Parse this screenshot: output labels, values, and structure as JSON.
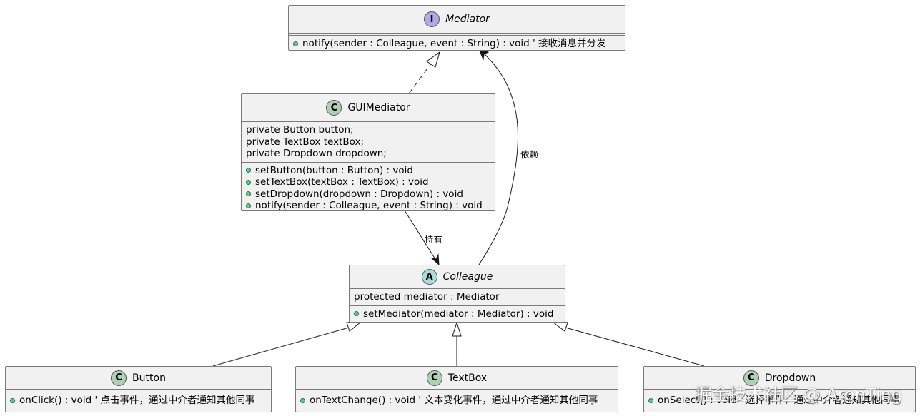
{
  "colors": {
    "class_fill": "#f1f1f1",
    "border": "#7a7a7a",
    "interface_badge": "#b4a7e5",
    "abstract_badge": "#a9dcdf",
    "class_badge": "#add1b2",
    "method_dot": "#84be84"
  },
  "classes": {
    "mediator": {
      "badge": "I",
      "name": "Mediator",
      "methods": [
        "notify(sender : Colleague, event : String) : void  ' 接收消息并分发"
      ]
    },
    "gui_mediator": {
      "badge": "C",
      "name": "GUIMediator",
      "fields": [
        "private Button button;",
        "private TextBox textBox;",
        "private Dropdown dropdown;"
      ],
      "methods": [
        "setButton(button : Button) : void",
        "setTextBox(textBox : TextBox) : void",
        "setDropdown(dropdown : Dropdown) : void",
        "notify(sender : Colleague, event : String) : void"
      ]
    },
    "colleague": {
      "badge": "A",
      "name": "Colleague",
      "fields": [
        "protected mediator : Mediator"
      ],
      "methods": [
        "setMediator(mediator : Mediator) : void"
      ]
    },
    "button": {
      "badge": "C",
      "name": "Button",
      "methods": [
        "onClick() : void  ' 点击事件，通过中介者通知其他同事"
      ]
    },
    "textbox": {
      "badge": "C",
      "name": "TextBox",
      "methods": [
        "onTextChange() : void  ' 文本变化事件，通过中介者通知其他同事"
      ]
    },
    "dropdown": {
      "badge": "C",
      "name": "Dropdown",
      "methods": [
        "onSelect() : void  ' 选择事件，通过中介者通知其他同事"
      ]
    }
  },
  "edges": {
    "depends_label": "依赖",
    "holds_label": "持有"
  },
  "watermark": "掘金技术社区 @ AronTing"
}
